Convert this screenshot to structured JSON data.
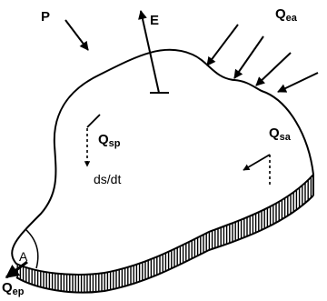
{
  "labels": {
    "precipitation": "P",
    "evaporation": "E",
    "q_ea_main": "Q",
    "q_ea_sub": "ea",
    "q_sp_main": "Q",
    "q_sp_sub": "sp",
    "q_sa_main": "Q",
    "q_sa_sub": "sa",
    "storage_change": "ds/dt",
    "area": "A",
    "q_ep_main": "Q",
    "q_ep_sub": "ep"
  },
  "colors": {
    "ink": "#000000",
    "background": "#ffffff"
  }
}
